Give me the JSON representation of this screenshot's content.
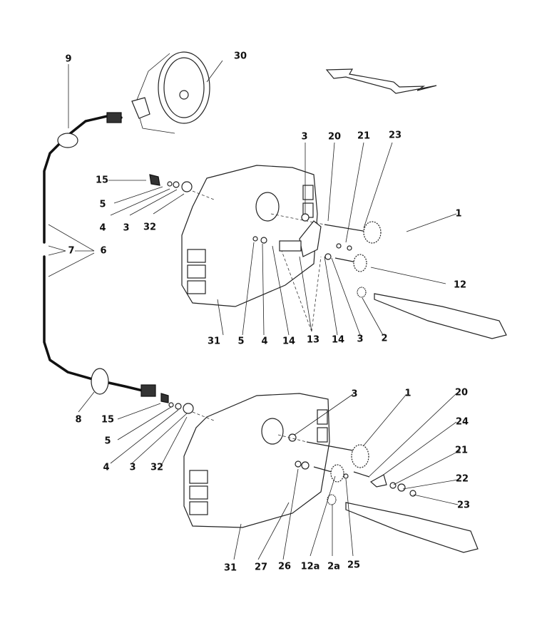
{
  "figure": {
    "type": "exploded parts diagram",
    "description": "Speedometer drive, cable and gear assembly (two gearbox variants)"
  },
  "labels": {
    "top": {
      "l9": "9",
      "l30": "30",
      "l15": "15",
      "l5": "5",
      "l4": "4",
      "l3a": "3",
      "l32": "32",
      "l3b": "3",
      "l20": "20",
      "l21": "21",
      "l23": "23",
      "l1": "1",
      "l12": "12",
      "l7": "7",
      "l6": "6",
      "l31": "31",
      "l5b": "5",
      "l4b": "4",
      "l14a": "14",
      "l13": "13",
      "l14b": "14",
      "l3c": "3",
      "l2": "2"
    },
    "bottom": {
      "l8": "8",
      "l15": "15",
      "l5": "5",
      "l4": "4",
      "l3a": "3",
      "l32": "32",
      "l3b": "3",
      "l1": "1",
      "l20": "20",
      "l24": "24",
      "l21": "21",
      "l22": "22",
      "l23": "23",
      "l31": "31",
      "l27": "27",
      "l26": "26",
      "l12a": "12a",
      "l2a": "2a",
      "l25": "25"
    }
  }
}
